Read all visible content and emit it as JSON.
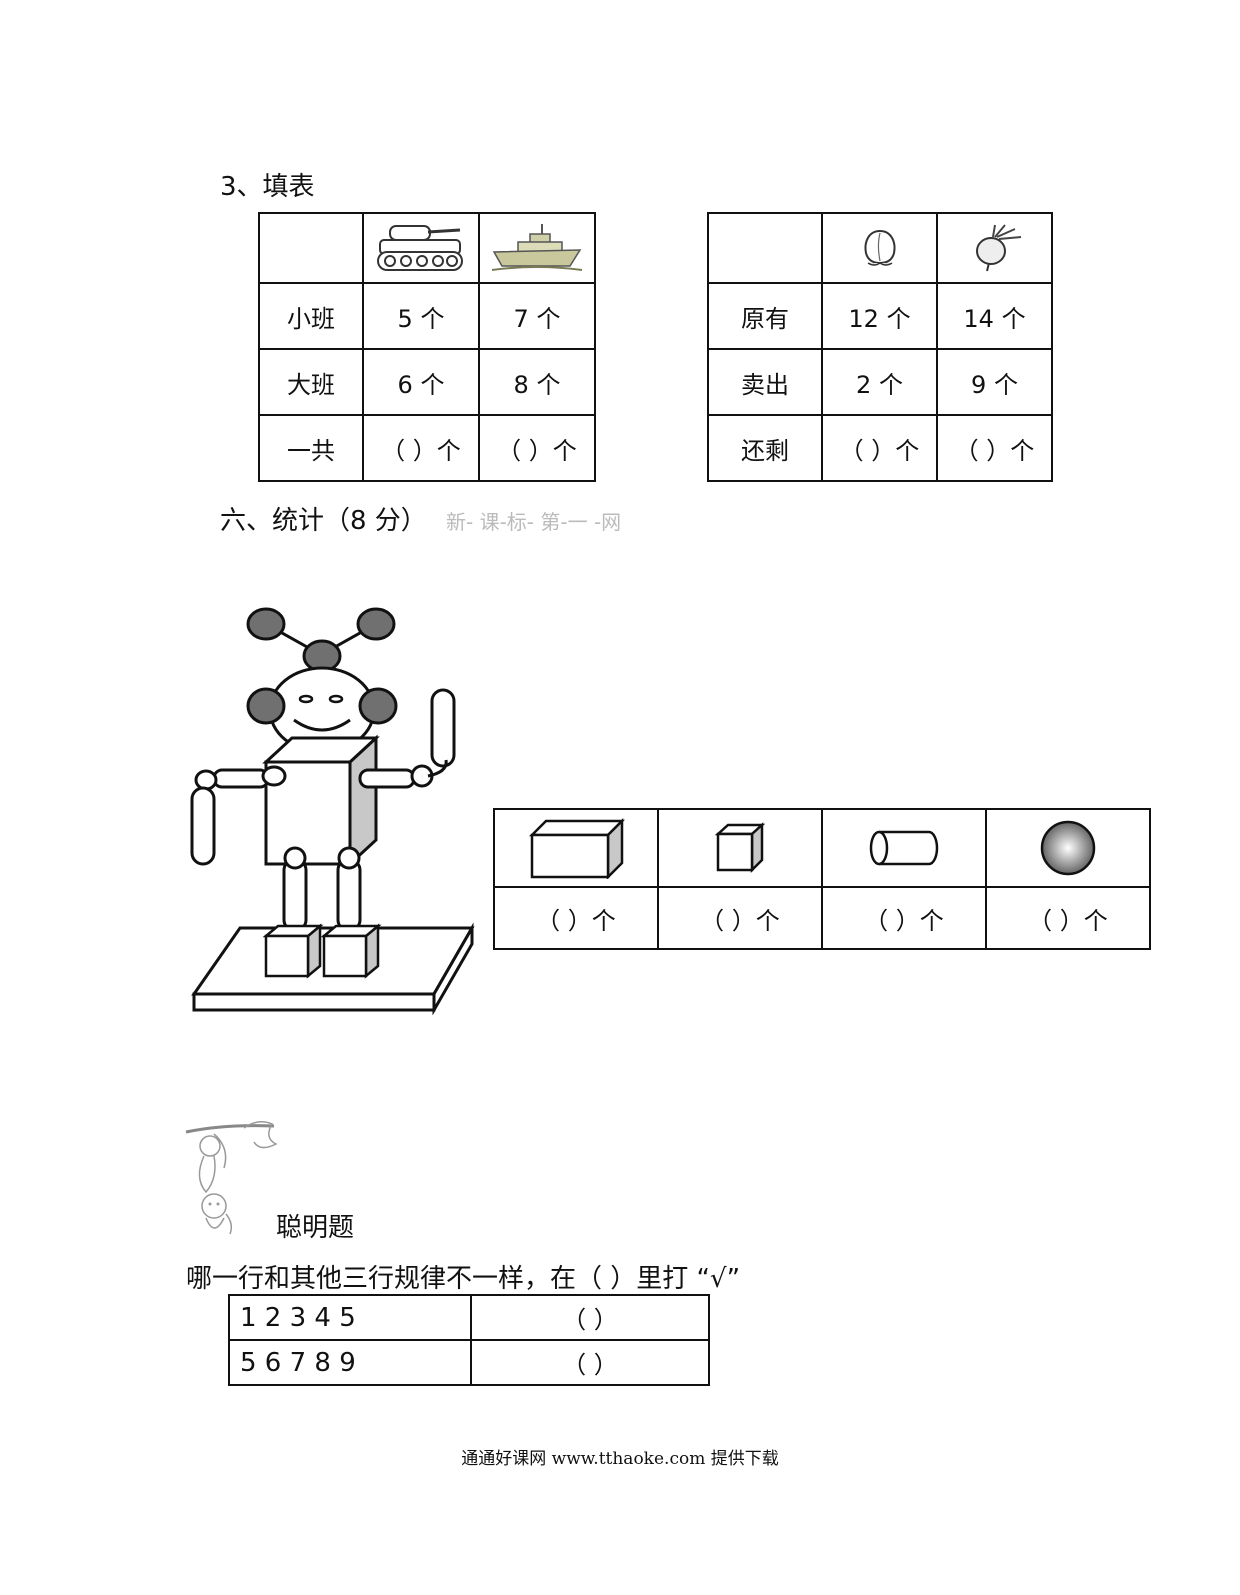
{
  "section3": {
    "title": "3、填表",
    "table_toys": {
      "icons": [
        "tank-icon",
        "ship-icon"
      ],
      "rows": [
        {
          "label": "小班",
          "values": [
            "5 个",
            "7 个"
          ]
        },
        {
          "label": "大班",
          "values": [
            "6 个",
            "8 个"
          ]
        },
        {
          "label": "一共",
          "values": [
            "（   ）个",
            "（  ）个"
          ]
        }
      ]
    },
    "table_produce": {
      "icons": [
        "peach-icon",
        "radish-icon"
      ],
      "rows": [
        {
          "label": "原有",
          "values": [
            "12 个",
            "14 个"
          ]
        },
        {
          "label": "卖出",
          "values": [
            "2 个",
            "9 个"
          ]
        },
        {
          "label": "还剩",
          "values": [
            "（   ）个",
            "（  ）个"
          ]
        }
      ]
    }
  },
  "section6": {
    "title": "六、统计（8 分）",
    "watermark": "新- 课-标- 第-一 -网",
    "shape_table": {
      "icons": [
        "cuboid-icon",
        "cube-icon",
        "cylinder-icon",
        "sphere-icon"
      ],
      "answers": [
        "（    ）个",
        "（    ）个",
        "（    ）个",
        "（    ）个"
      ]
    }
  },
  "puzzle": {
    "title": "聪明题",
    "question": "哪一行和其他三行规律不一样，在（ ）里打 “√”",
    "rows": [
      {
        "sequence": "1  2  3  4  5",
        "answer": "（  ）"
      },
      {
        "sequence": "5  6  7  8  9",
        "answer": "（  ）"
      }
    ]
  },
  "footer": "通通好课网  www.tthaoke.com  提供下载"
}
